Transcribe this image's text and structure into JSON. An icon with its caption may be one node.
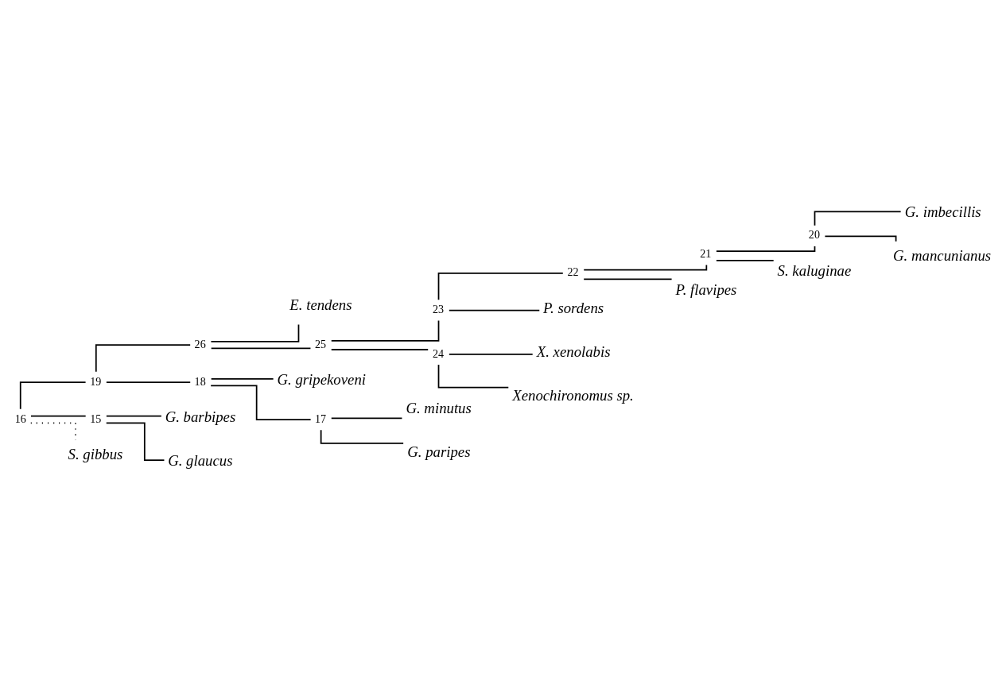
{
  "diagram": {
    "nodes": [
      {
        "text": [
          "E. tendens"
        ]
      },
      {
        "text": [
          "G. imbecillis"
        ]
      },
      {
        "text": [
          "20"
        ]
      },
      {
        "text": [
          "G. mancunianus"
        ]
      },
      {
        "text": [
          "21"
        ]
      },
      {
        "text": [
          "S. kaluginae"
        ]
      },
      {
        "text": [
          "26"
        ]
      },
      {
        "text": [
          "22"
        ]
      },
      {
        "text": [
          "P. flavipes"
        ]
      },
      {
        "text": [
          "23"
        ]
      },
      {
        "text": [
          "P. sordens"
        ]
      },
      {
        "text": [
          "25"
        ]
      },
      {
        "text": [
          "X. xenolabis"
        ]
      },
      {
        "text": [
          "19"
        ]
      },
      {
        "text": [
          "24"
        ]
      },
      {
        "text": [
          "Xenochironomus sp."
        ]
      },
      {
        "text": [
          "G. gripekoveni"
        ]
      },
      {
        "text": [
          "G. minutus"
        ]
      },
      {
        "text": [
          "18"
        ]
      },
      {
        "text": [
          "17"
        ]
      },
      {
        "text": [
          "G. paripes"
        ]
      },
      {
        "text": [
          "16"
        ]
      },
      {
        "text": [
          "G. barbipes"
        ]
      },
      {
        "text": [
          "15"
        ]
      },
      {
        "text": [
          "G. glaucus"
        ]
      },
      {
        "text": [
          "S. gibbus"
        ]
      }
    ],
    "edges": [
      {
        "from": 21,
        "to": 13,
        "arrow": "none"
      },
      {
        "from": 13,
        "to": 6,
        "arrow": "none"
      },
      {
        "from": 6,
        "to": 0,
        "arrow": "none"
      },
      {
        "from": 6,
        "to": 11,
        "arrow": "none"
      },
      {
        "from": 11,
        "to": 9,
        "arrow": "none"
      },
      {
        "from": 9,
        "to": 7,
        "arrow": "none"
      },
      {
        "from": 7,
        "to": 4,
        "arrow": "none"
      },
      {
        "from": 4,
        "to": 2,
        "arrow": "none"
      },
      {
        "from": 2,
        "to": 1,
        "arrow": "none"
      },
      {
        "from": 2,
        "to": 3,
        "arrow": "none"
      },
      {
        "from": 4,
        "to": 5,
        "arrow": "none"
      },
      {
        "from": 7,
        "to": 8,
        "arrow": "none"
      },
      {
        "from": 9,
        "to": 10,
        "arrow": "none"
      },
      {
        "from": 11,
        "to": 14,
        "arrow": "none"
      },
      {
        "from": 14,
        "to": 12,
        "arrow": "none"
      },
      {
        "from": 14,
        "to": 15,
        "arrow": "none"
      },
      {
        "from": 13,
        "to": 18,
        "arrow": "none"
      },
      {
        "from": 18,
        "to": 16,
        "arrow": "none"
      },
      {
        "from": 18,
        "to": 19,
        "arrow": "none"
      },
      {
        "from": 19,
        "to": 17,
        "arrow": "none"
      },
      {
        "from": 19,
        "to": 20,
        "arrow": "none"
      },
      {
        "from": 21,
        "to": 23,
        "arrow": "none"
      },
      {
        "from": 23,
        "to": 22,
        "arrow": "none"
      },
      {
        "from": 23,
        "to": 24,
        "arrow": "none"
      },
      {
        "from": 21,
        "to": 25,
        "arrow": "none",
        "style": "dashed"
      }
    ]
  }
}
